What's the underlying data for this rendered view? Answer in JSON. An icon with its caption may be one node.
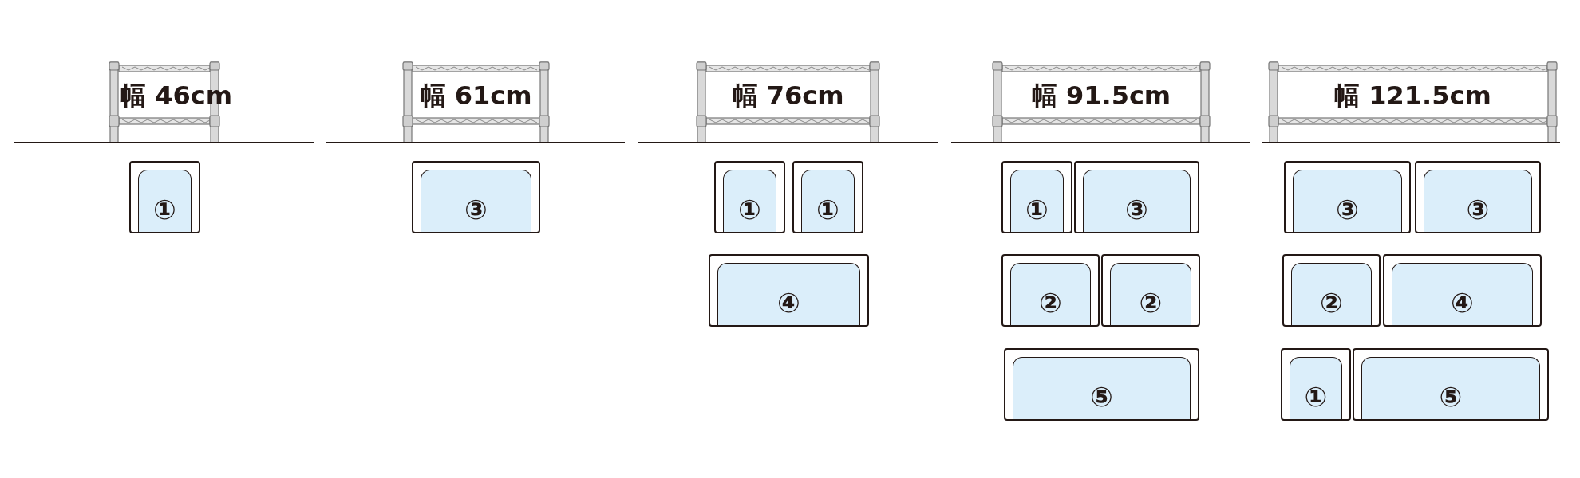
{
  "diagram": {
    "nodes": [
      {
        "text": [
          "①"
        ]
      },
      {
        "text": [
          "③"
        ]
      },
      {
        "text": [
          "①"
        ]
      },
      {
        "text": [
          "①"
        ]
      },
      {
        "text": [
          "④"
        ]
      },
      {
        "text": [
          "①"
        ]
      },
      {
        "text": [
          "③"
        ]
      },
      {
        "text": [
          "②"
        ]
      },
      {
        "text": [
          "②"
        ]
      },
      {
        "text": [
          "⑤"
        ]
      },
      {
        "text": [
          "③"
        ]
      },
      {
        "text": [
          "③"
        ]
      },
      {
        "text": [
          "②"
        ]
      },
      {
        "text": [
          "④"
        ]
      },
      {
        "text": [
          "①"
        ]
      },
      {
        "text": [
          "⑤"
        ]
      }
    ],
    "labels": [
      "幅 46cm",
      "幅 61cm",
      "幅 76cm",
      "幅 91.5cm",
      "幅 121.5cm"
    ]
  }
}
